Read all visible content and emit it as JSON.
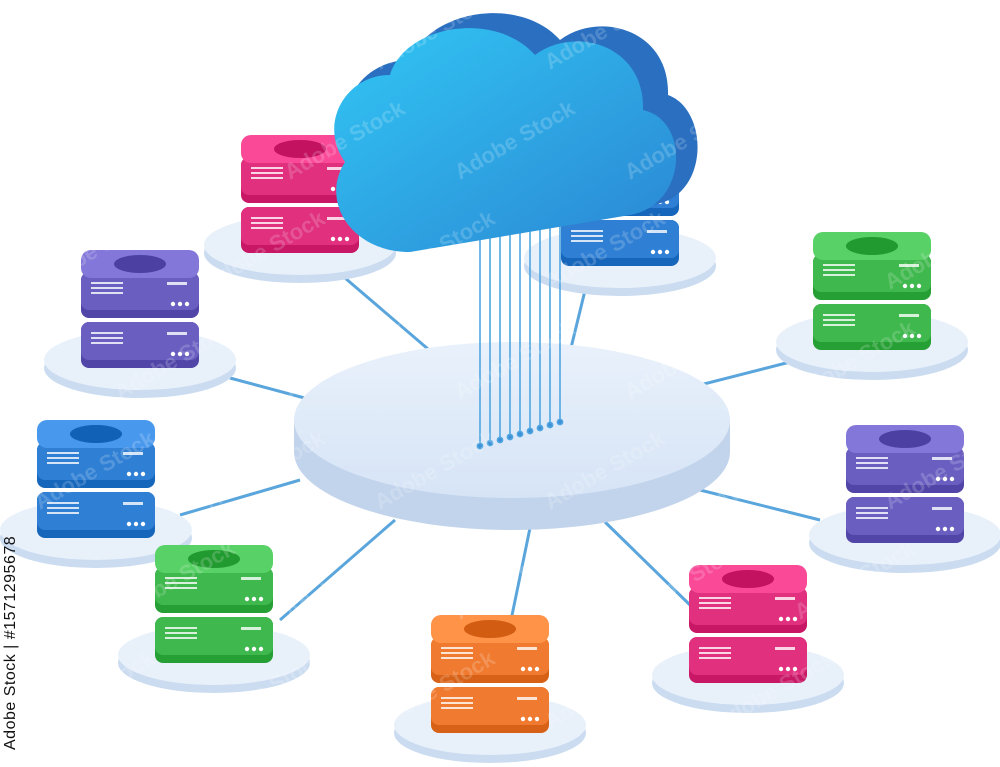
{
  "watermark": {
    "side_text": "Adobe Stock | #1571295678",
    "tile_text": "Adobe Stock"
  },
  "colors": {
    "cloud_light": "#2fc2f2",
    "cloud_dark": "#2a86d2",
    "hub_top": "#e4eef9",
    "hub_side": "#c4d6ee",
    "link_line": "#5aa6dc",
    "pad_top": "#e8f0fa",
    "pad_side": "#cbdcf1",
    "pink": "#e0307e",
    "purple": "#6a5fc1",
    "blue": "#2f7fd4",
    "green": "#3fb84d",
    "orange": "#f07a2f"
  },
  "servers": [
    {
      "name": "server-pink-top-left",
      "color": "pink"
    },
    {
      "name": "server-blue-top-right",
      "color": "blue"
    },
    {
      "name": "server-purple-left",
      "color": "purple"
    },
    {
      "name": "server-green-right",
      "color": "green"
    },
    {
      "name": "server-blue-left",
      "color": "blue"
    },
    {
      "name": "server-purple-right",
      "color": "purple"
    },
    {
      "name": "server-green-bottom-left",
      "color": "green"
    },
    {
      "name": "server-orange-bottom",
      "color": "orange"
    },
    {
      "name": "server-pink-bottom-right",
      "color": "pink"
    }
  ]
}
